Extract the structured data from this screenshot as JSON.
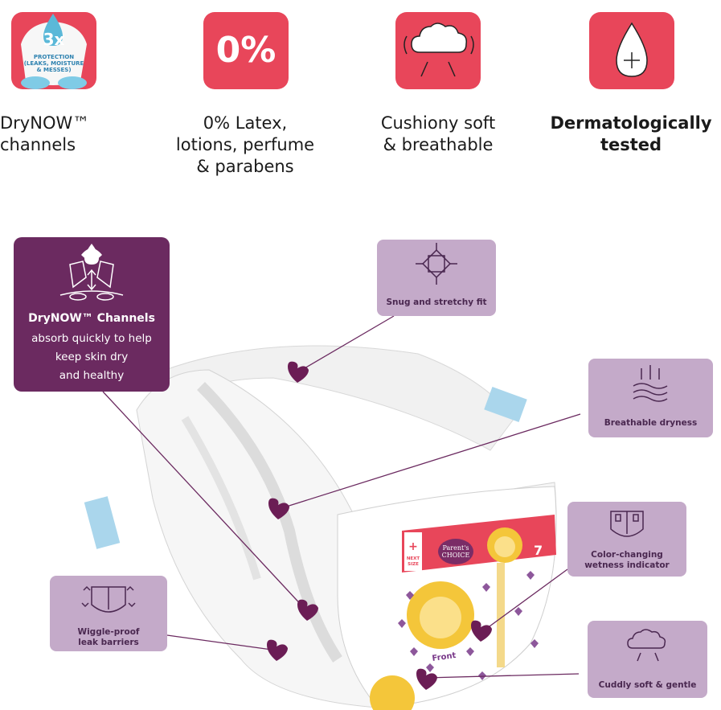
{
  "features": [
    {
      "id": "drynow",
      "badge_big": "3x",
      "badge_small": "PROTECTION\n(LEAKS, MOISTURE\n& MESSES)",
      "label": "DryNOW™\nchannels",
      "icon": "diaper-protection-icon"
    },
    {
      "id": "zero",
      "badge_big": "0%",
      "label": "0% Latex,\nlotions, perfume\n& parabens",
      "icon": "zero-percent-icon"
    },
    {
      "id": "soft",
      "label": "Cushiony soft\n& breathable",
      "icon": "cloud-icon"
    },
    {
      "id": "derm",
      "label": "Dermatologically\ntested",
      "icon": "drop-plus-icon"
    }
  ],
  "main_callout": {
    "title": "DryNOW™ Channels",
    "body": "absorb quickly to help\nkeep skin dry\nand healthy",
    "icon": "diaper-drop-icon"
  },
  "callouts": {
    "snug": {
      "label": "Snug and stretchy fit",
      "icon": "stretch-arrows-icon"
    },
    "breathable": {
      "label": "Breathable dryness",
      "icon": "airflow-icon"
    },
    "wetness": {
      "label": "Color-changing\nwetness indicator",
      "icon": "diaper-indicator-icon"
    },
    "cuddly": {
      "label": "Cuddly soft & gentle",
      "icon": "cloud-icon"
    },
    "wiggle": {
      "label": "Wiggle-proof\nleak barriers",
      "icon": "diaper-wiggle-icon"
    }
  },
  "diaper": {
    "brand": "Parent's\nCHOICE",
    "size_tag": "NEXT\nSIZE",
    "size_number": "7",
    "front_label": "Front"
  },
  "colors": {
    "accent_red": "#e8465a",
    "purple_dark": "#6b2a60",
    "purple_light": "#c4aac9",
    "heart": "#6b1d55"
  }
}
